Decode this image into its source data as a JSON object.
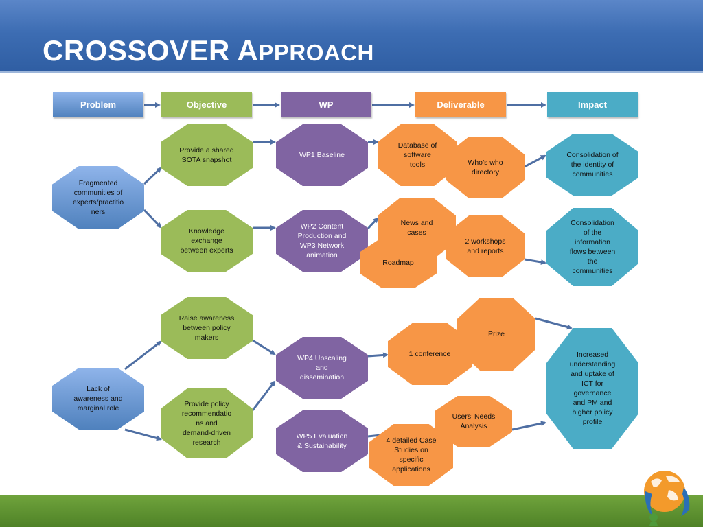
{
  "slide": {
    "title_big_1": "CROSSOVER ",
    "title_big_2": "A",
    "title_small": "PPROACH"
  },
  "headers": {
    "problem": "Problem",
    "objective": "Objective",
    "wp": "WP",
    "deliverable": "Deliverable",
    "impact": "Impact"
  },
  "problems": {
    "p1": "Fragmented\ncommunities of\nexperts/practitio\nners",
    "p2": "Lack of\nawareness and\nmarginal role"
  },
  "objectives": {
    "o1": "Provide a shared\nSOTA snapshot",
    "o2": "Knowledge\nexchange\nbetween experts",
    "o3": "Raise awareness\nbetween policy\nmakers",
    "o4": "Provide policy\nrecommendatio\nns and\ndemand-driven\nresearch"
  },
  "wps": {
    "w1": "WP1 Baseline",
    "w2": "WP2 Content\nProduction and\nWP3 Network\nanimation",
    "w4": "WP4 Upscaling\nand\ndissemination",
    "w5": "WP5 Evaluation\n& Sustainability"
  },
  "deliverables": {
    "d1": "Database of\nsoftware\ntools",
    "d2": "Who’s who\ndirectory",
    "d3": "News and\ncases",
    "d4": "Roadmap",
    "d5": "2 workshops\nand reports",
    "d6": "Prize",
    "d7": "1 conference",
    "d8": "Users’ Needs\nAnalysis",
    "d9": "4 detailed Case\nStudies on\nspecific\napplications"
  },
  "impacts": {
    "i1": "Consolidation of\nthe identity of\ncommunities",
    "i2": "Consolidation\nof the\ninformation\nflows between\nthe\ncommunities",
    "i3": "Increased\nunderstanding\nand uptake of\nICT for\ngovernance\nand PM and\nhigher policy\nprofile"
  },
  "colors": {
    "problem": "#4f81bd",
    "objective": "#9bbb59",
    "wp": "#8064a2",
    "deliverable": "#f79646",
    "impact": "#4bacc6",
    "arrow": "#4f6fa3"
  },
  "icons": {
    "logo": "globe-figure-logo-icon"
  }
}
